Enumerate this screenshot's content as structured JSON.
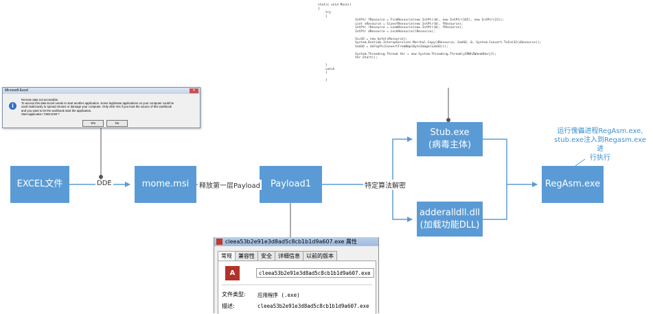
{
  "nodes": {
    "excel": "EXCEL文件",
    "mome": "mome.msi",
    "payload": "Payload1",
    "stub_line1": "Stub.exe",
    "stub_line2": "(病毒主体)",
    "adder_line1": "adderalldll.dll",
    "adder_line2": "(加载功能DLL)",
    "regasm": "RegAsm.exe"
  },
  "edges": {
    "dde": "DDE",
    "release": "释放第一层Payload",
    "decrypt": "特定算法解密"
  },
  "note": {
    "line1": "运行傀儡进程RegAsm.exe,",
    "line2": "stub.exe注入到Regasm.exe进",
    "line3": "行执行"
  },
  "code_lines": [
    "static void Main()",
    "{",
    "    try",
    "    {",
    "                    IntPtr fResource = FindResource(new IntPtr(0), new IntPtr(165), new IntPtr(23));",
    "                    uint sResource = SizeofResource(new IntPtr(0), fResource);",
    "                    IntPtr lResource = LoadResource(new IntPtr(0), fResource);",
    "                    IntPtr dResource = LockResource(lResource);",
    "",
    "                    Sz=SO = new byte[sResource];",
    "                    System.Runtime.InteropServices.Marshal.Copy(dResource, SzmSO, 0, System.Convert.ToInt32(sResource));",
    "                    SzmSO = doFopFh(ConvertFromBmp(ByteImage(SzmSO)));",
    "",
    "                    System.Threading.Thread thr = new System.Threading.Thread(yIMHhZWanaOUerjt);",
    "                    thr.Start();",
    "",
    "    }",
    "    catch",
    "    {",
    "",
    "    }"
  ],
  "excel_dialog": {
    "title": "Microsoft Excel",
    "icon": "info-icon",
    "lines": [
      "Remote data not accessible.",
      "To access this data Excel needs to start another application. Some legitimate applications on your computer could be",
      "used maliciously to spread viruses or damage your computer. Only click Yes if you trust the source of this workbook",
      "and you want to let the workbook start the application.",
      "Start application 'CMD.EXE'?"
    ],
    "yes": "Yes",
    "no": "No"
  },
  "properties_dialog": {
    "title": "cleea53b2e91e3d8ad5c8cb1b1d9a607.exe 属性",
    "tabs": [
      "常规",
      "兼容性",
      "安全",
      "详细信息",
      "以前的版本"
    ],
    "filename": "cleea53b2e91e3d8ad5c8cb1b1d9a607.exe",
    "type_label": "文件类型:",
    "type_value": "应用程序 (.exe)",
    "desc_label": "描述:",
    "desc_value": "cleea53b2e91e3d8ad5c8cb1b1d9a607.exe",
    "file_icon": "access-app-icon"
  },
  "colors": {
    "node_fill": "#5b9bd5",
    "connector": "#5b9bd5",
    "stem": "#555555",
    "note_text": "#3a8fd0"
  }
}
